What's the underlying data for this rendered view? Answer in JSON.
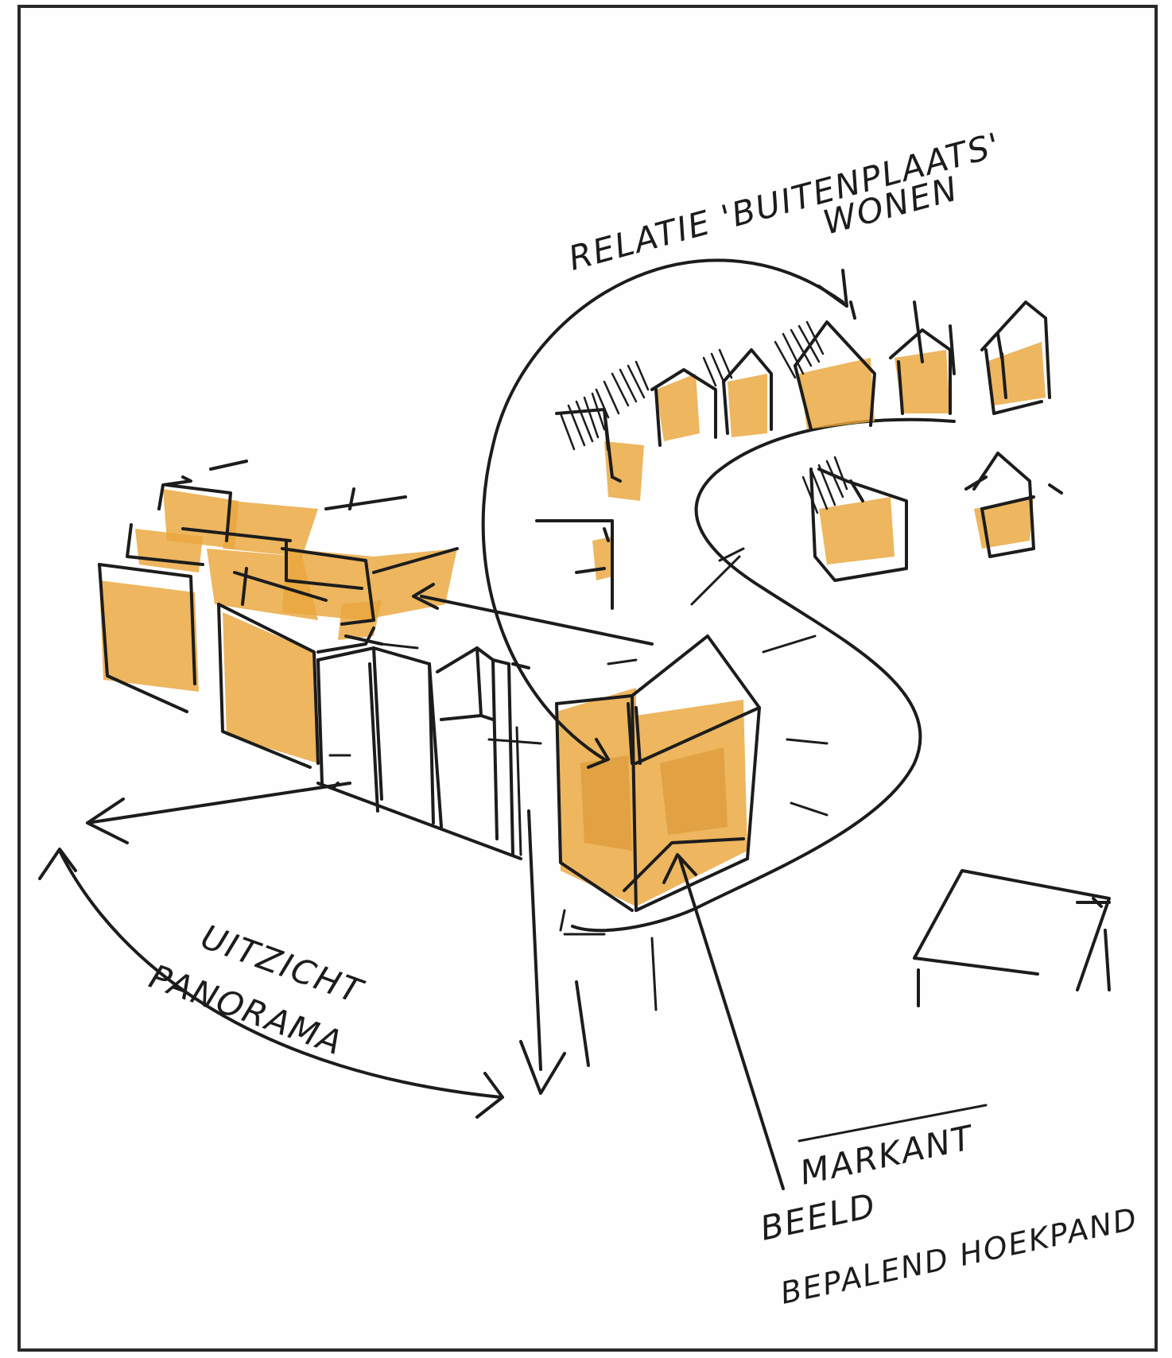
{
  "annotations": {
    "relatie_line1": "RELATIE 'BUITENPLAATS'",
    "relatie_line2": "WONEN",
    "uitzicht_line1": "UITZICHT",
    "uitzicht_line2": "PANORAMA",
    "markant_line1": "MARKANT",
    "markant_line2": "BEELD",
    "markant_line3": "BEPALEND HOEKPAND"
  },
  "colors": {
    "ink": "#1c1c1c",
    "marker": "#e9a63c",
    "frame": "#2a2a2a"
  }
}
